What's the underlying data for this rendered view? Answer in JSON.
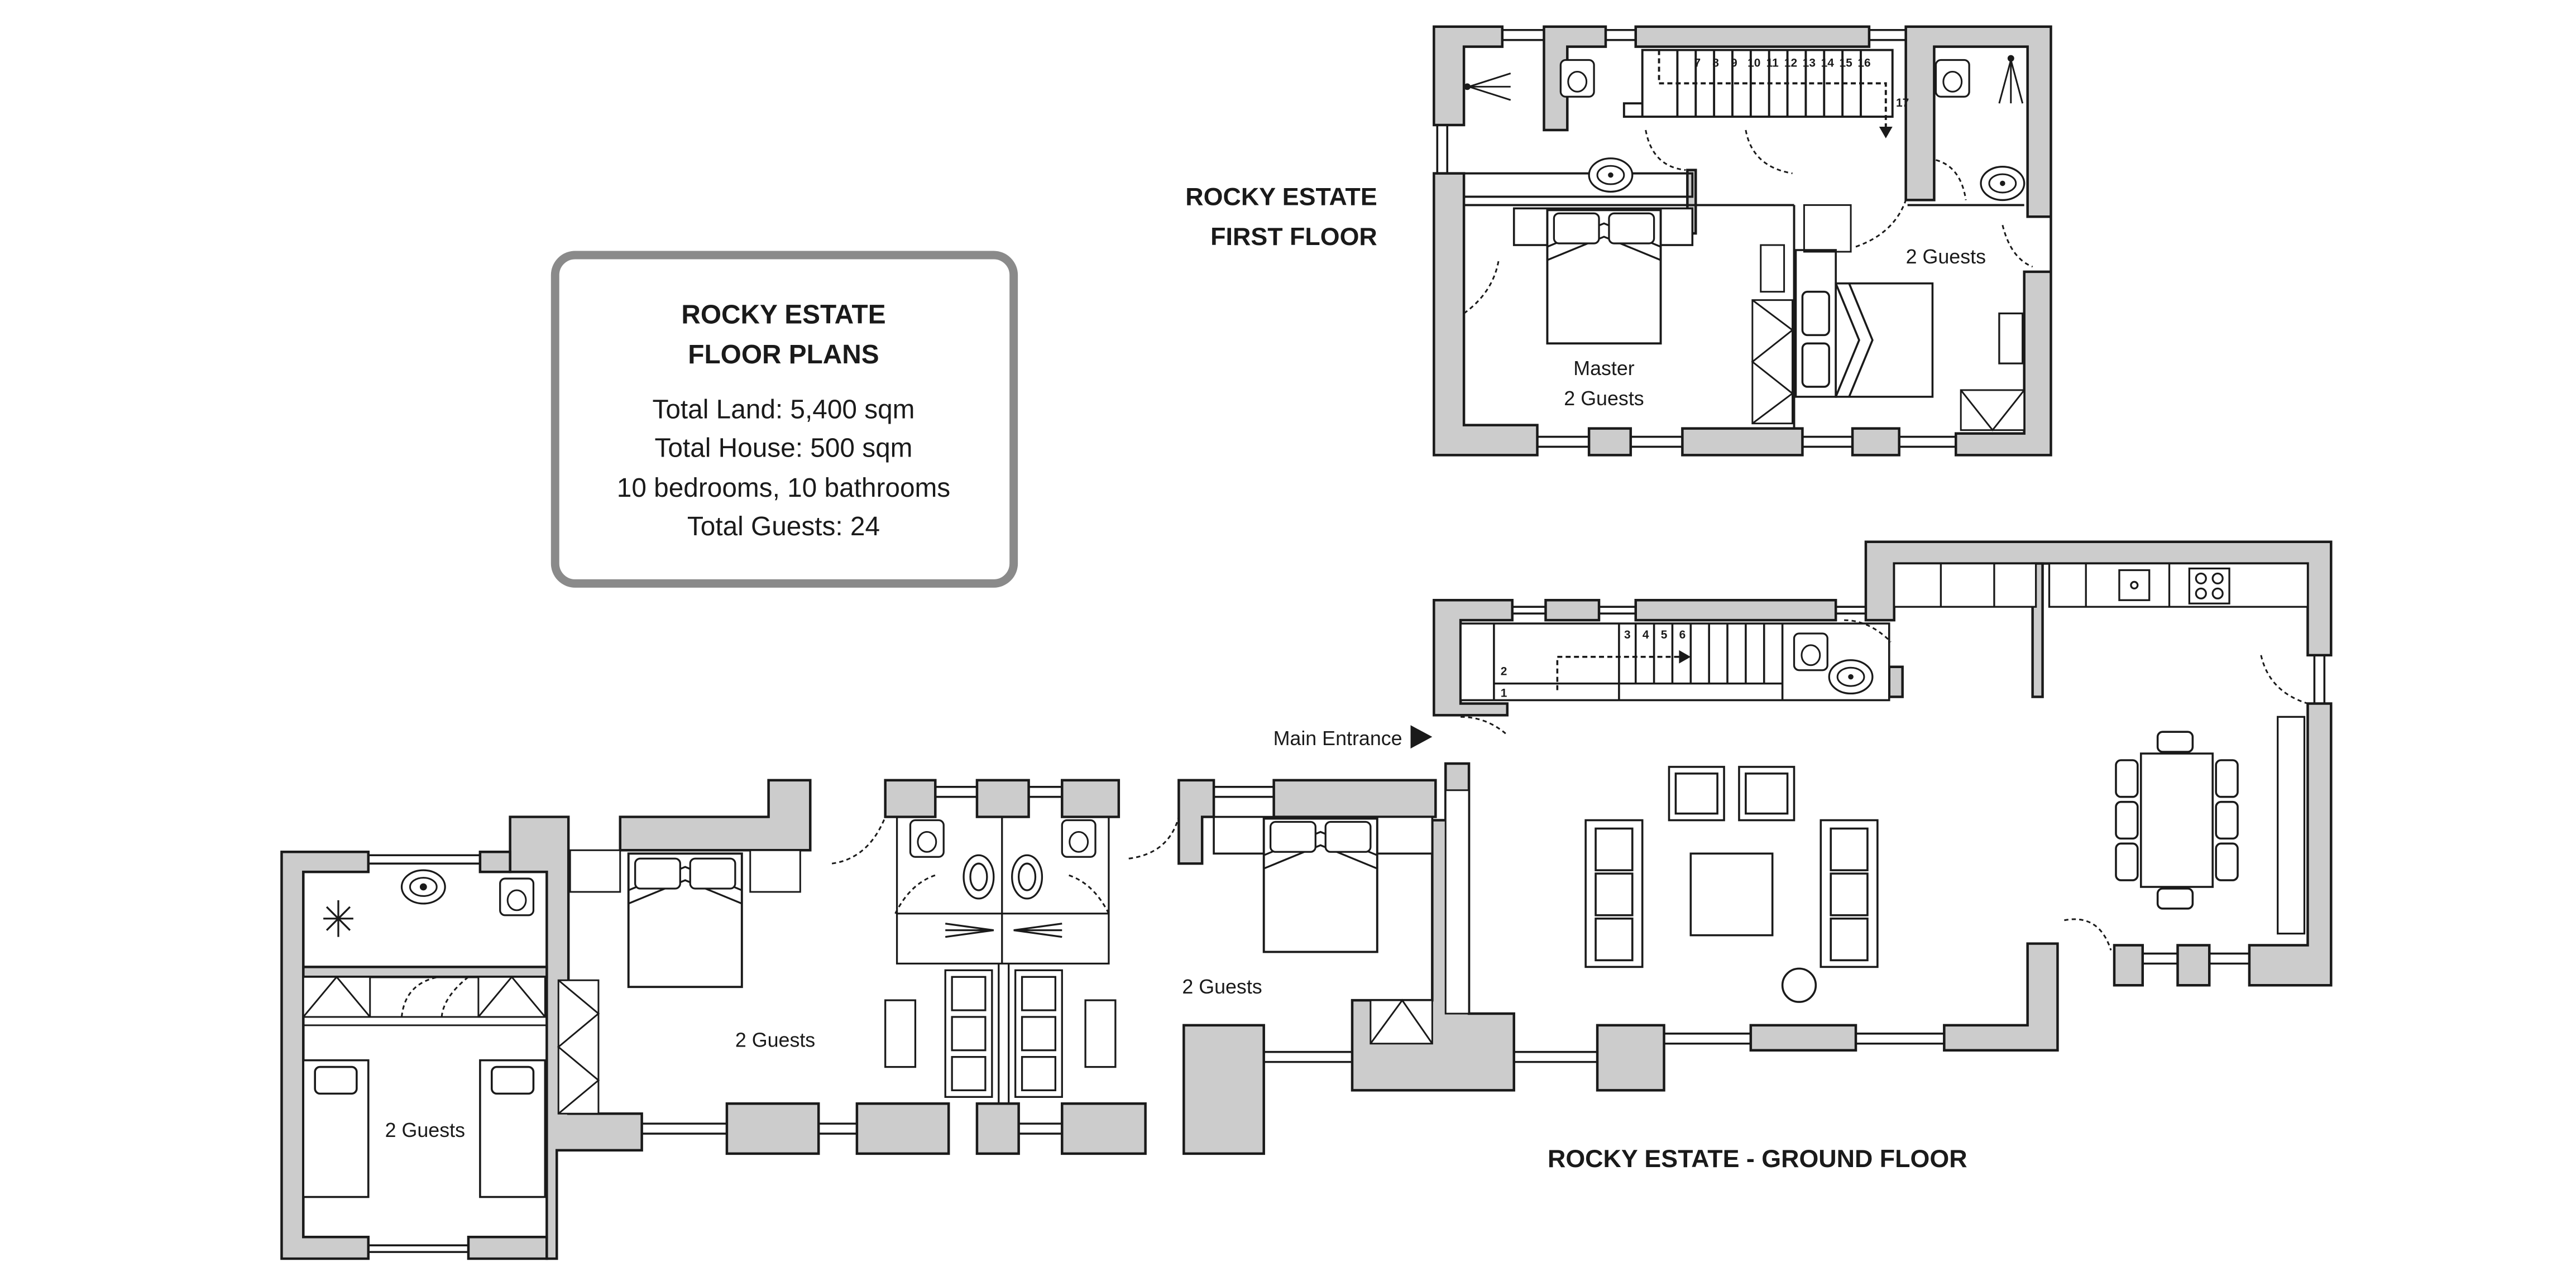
{
  "info_box": {
    "title_line1": "ROCKY ESTATE",
    "title_line2": "FLOOR PLANS",
    "land": "Total Land: 5,400 sqm",
    "house": "Total House: 500 sqm",
    "rooms": "10 bedrooms, 10 bathrooms",
    "guests": "Total Guests: 24"
  },
  "first_floor": {
    "title_line1": "ROCKY ESTATE",
    "title_line2": "FIRST FLOOR",
    "master_label": "Master",
    "master_guests": "2 Guests",
    "right_guests": "2 Guests",
    "stair_numbers": [
      "7",
      "8",
      "9",
      "10",
      "11",
      "12",
      "13",
      "14",
      "15",
      "16",
      "17"
    ]
  },
  "ground_floor": {
    "title": "ROCKY ESTATE - GROUND FLOOR",
    "entrance": "Main Entrance",
    "far_left_guests": "2 Guests",
    "left_guests": "2 Guests",
    "mid_guests": "2 Guests",
    "stair_numbers": [
      "1",
      "2",
      "3",
      "4",
      "5",
      "6"
    ]
  },
  "colors": {
    "wall": "#cccccc",
    "stroke": "#1a1a1a",
    "box_border": "#888888"
  }
}
